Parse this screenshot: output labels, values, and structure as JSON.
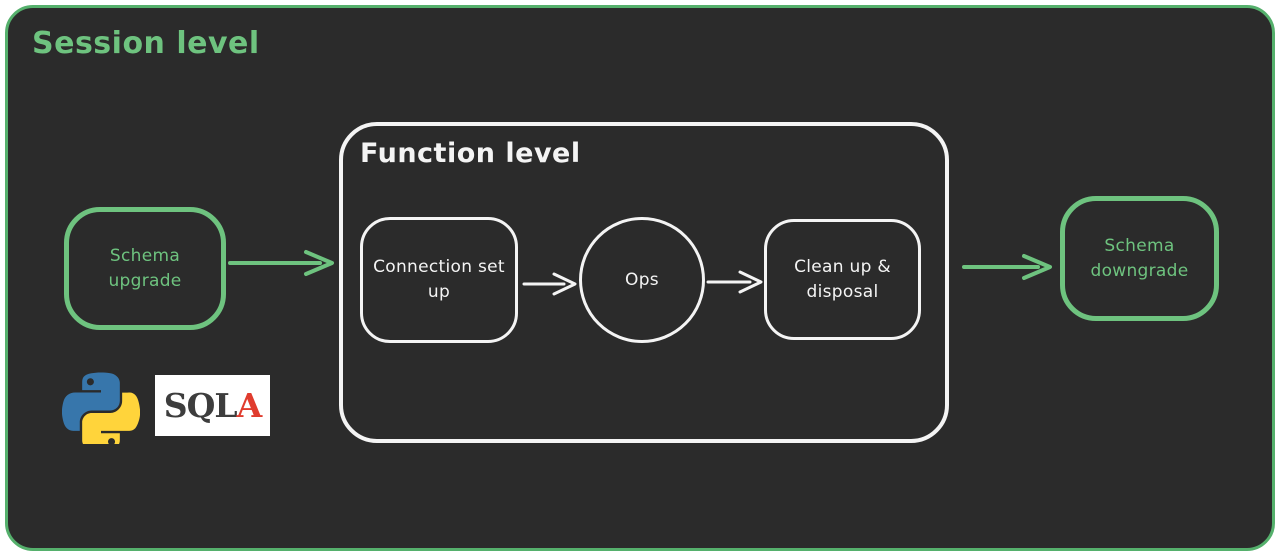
{
  "diagram": {
    "session": {
      "title": "Session level"
    },
    "function_level": {
      "title": "Function level"
    },
    "nodes": {
      "schema_upgrade": {
        "label": "Schema upgrade"
      },
      "connection_setup": {
        "label": "Connection set up"
      },
      "ops": {
        "label": "Ops"
      },
      "cleanup_disposal": {
        "label": "Clean up & disposal"
      },
      "schema_downgrade": {
        "label": "Schema downgrade"
      }
    },
    "edges": [
      {
        "from": "schema_upgrade",
        "to": "function_level",
        "color": "#6ec37f"
      },
      {
        "from": "connection_setup",
        "to": "ops",
        "color": "#f4f4f4"
      },
      {
        "from": "ops",
        "to": "cleanup_disposal",
        "color": "#f4f4f4"
      },
      {
        "from": "function_level",
        "to": "schema_downgrade",
        "color": "#6ec37f"
      }
    ]
  },
  "logos": {
    "sqlalchemy": {
      "sql": "SQL",
      "a": "A"
    }
  },
  "colors": {
    "page_bg": "#ffffff",
    "canvas_bg": "#2b2b2b",
    "green": "#6ec37f",
    "green_border": "#55b06c",
    "white_stroke": "#f4f4f4",
    "sqla_dark": "#3d3d3d",
    "sqla_red": "#e03c2e",
    "python_blue": "#3776ab",
    "python_yellow": "#ffd43b"
  }
}
